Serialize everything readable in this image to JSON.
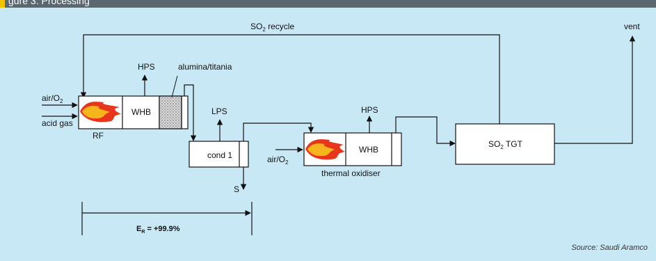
{
  "header": {
    "title": "gure 3: Processing"
  },
  "labels": {
    "so2_recycle_main": "SO",
    "so2_recycle_sub": "2",
    "so2_recycle_rest": " recycle",
    "vent": "vent",
    "hps_1": "HPS",
    "alumina_titania": "alumina/titania",
    "air_o2_main": "air/O",
    "air_o2_sub": "2",
    "acid_gas": "acid gas",
    "whb_1": "WHB",
    "rf": "RF",
    "lps": "LPS",
    "cond_1": "cond 1",
    "s": "S",
    "air_o2_2_main": "air/O",
    "air_o2_2_sub": "2",
    "hps_2": "HPS",
    "whb_2": "WHB",
    "thermal_oxidiser": "thermal oxidiser",
    "so2tgt_main": "SO",
    "so2tgt_sub": "2",
    "so2tgt_rest": " TGT",
    "er_main": "E",
    "er_sub": "R",
    "er_rest": " = +99.9%"
  },
  "footer": {
    "source": "Source: Saudi Aramco"
  },
  "colors": {
    "background": "#c9e8f6",
    "header_bar": "#5a6670",
    "header_accent": "#f2c200",
    "flame_outer": "#e8361d",
    "flame_inner": "#f7b51d"
  }
}
